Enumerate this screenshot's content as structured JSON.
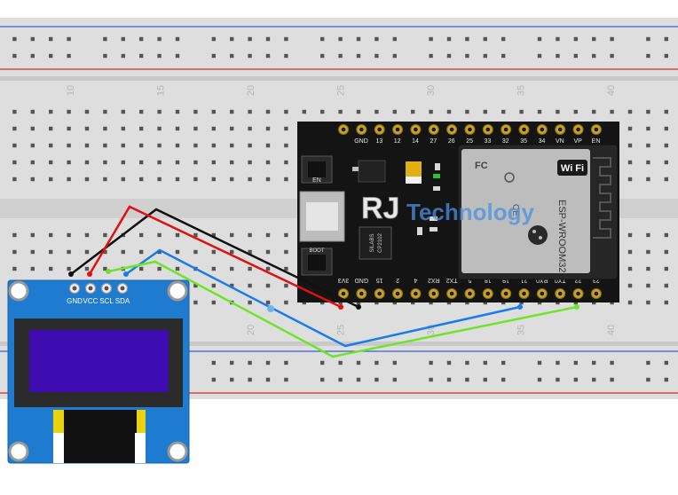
{
  "breadboard": {
    "column_numbers": [
      "10",
      "15",
      "20",
      "25",
      "30",
      "35",
      "40"
    ],
    "rail_colors": {
      "positive": "#d42a2a",
      "negative": "#3b5fd4"
    }
  },
  "esp32": {
    "board_color": "#141414",
    "pins_top": [
      "GND",
      "13",
      "12",
      "14",
      "27",
      "26",
      "25",
      "33",
      "32",
      "35",
      "34",
      "VN",
      "VP",
      "EN"
    ],
    "pins_bottom": [
      "3V3",
      "GND",
      "15",
      "2",
      "4",
      "RX2",
      "TX2",
      "5",
      "18",
      "19",
      "21",
      "RX0",
      "TX0",
      "22",
      "23"
    ],
    "button_en": "EN",
    "button_boot": "BOOT",
    "module_label": "ESP-WROOM32",
    "wifi_label": "Wi Fi",
    "fc_mark": "FC",
    "ce_mark": "CE",
    "chip_label_1": "SILABS",
    "chip_label_2": "CP2102"
  },
  "oled": {
    "pin_labels": [
      "GND",
      "VCC",
      "SCL",
      "SDA"
    ],
    "pcb_color": "#1f7bd0",
    "screen_color": "#3d0bb0"
  },
  "watermark": {
    "part1": "RJ",
    "part2": "Technology"
  },
  "wires": [
    {
      "name": "gnd-wire",
      "color": "#111111"
    },
    {
      "name": "vcc-wire",
      "color": "#e01010"
    },
    {
      "name": "scl-wire",
      "color": "#1a7bea"
    },
    {
      "name": "sda-wire",
      "color": "#6ee52a"
    }
  ]
}
